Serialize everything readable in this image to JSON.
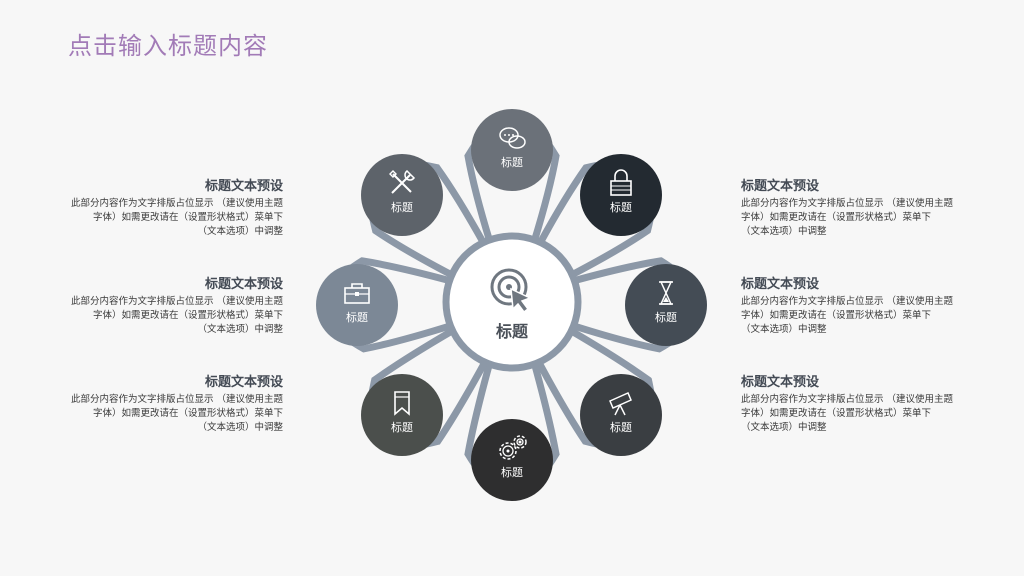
{
  "title": "点击输入标题内容",
  "center": {
    "label": "标题",
    "icon": "target-cursor-icon"
  },
  "colors": {
    "title": "#a27bb7",
    "petal": "#8c98a7",
    "center_border": "#8c98a7"
  },
  "nodes": [
    {
      "label": "标题",
      "icon": "chat-bubbles-icon",
      "color": "#6b7179"
    },
    {
      "label": "标题",
      "icon": "lock-icon",
      "color": "#232a31"
    },
    {
      "label": "标题",
      "icon": "hourglass-icon",
      "color": "#444c55"
    },
    {
      "label": "标题",
      "icon": "telescope-icon",
      "color": "#3a3e42"
    },
    {
      "label": "标题",
      "icon": "gears-icon",
      "color": "#2e2e2f"
    },
    {
      "label": "标题",
      "icon": "bookmark-icon",
      "color": "#4b4f4c"
    },
    {
      "label": "标题",
      "icon": "toolbox-icon",
      "color": "#7c8896"
    },
    {
      "label": "标题",
      "icon": "tools-icon",
      "color": "#5d636a"
    }
  ],
  "text_blocks": {
    "left": [
      {
        "heading": "标题文本预设",
        "lines": [
          "此部分内容作为文字排版占位显示 （建议使用主题",
          "字体）如需更改请在（设置形状格式）菜单下",
          "（文本选项）中调整"
        ]
      },
      {
        "heading": "标题文本预设",
        "lines": [
          "此部分内容作为文字排版占位显示 （建议使用主题",
          "字体）如需更改请在（设置形状格式）菜单下",
          "（文本选项）中调整"
        ]
      },
      {
        "heading": "标题文本预设",
        "lines": [
          "此部分内容作为文字排版占位显示 （建议使用主题",
          "字体）如需更改请在（设置形状格式）菜单下",
          "（文本选项）中调整"
        ]
      }
    ],
    "right": [
      {
        "heading": "标题文本预设",
        "lines": [
          "此部分内容作为文字排版占位显示 （建议使用主题",
          "字体）如需更改请在（设置形状格式）菜单下",
          "（文本选项）中调整"
        ]
      },
      {
        "heading": "标题文本预设",
        "lines": [
          "此部分内容作为文字排版占位显示 （建议使用主题",
          "字体）如需更改请在（设置形状格式）菜单下",
          "（文本选项）中调整"
        ]
      },
      {
        "heading": "标题文本预设",
        "lines": [
          "此部分内容作为文字排版占位显示 （建议使用主题",
          "字体）如需更改请在（设置形状格式）菜单下",
          "（文本选项）中调整"
        ]
      }
    ]
  }
}
